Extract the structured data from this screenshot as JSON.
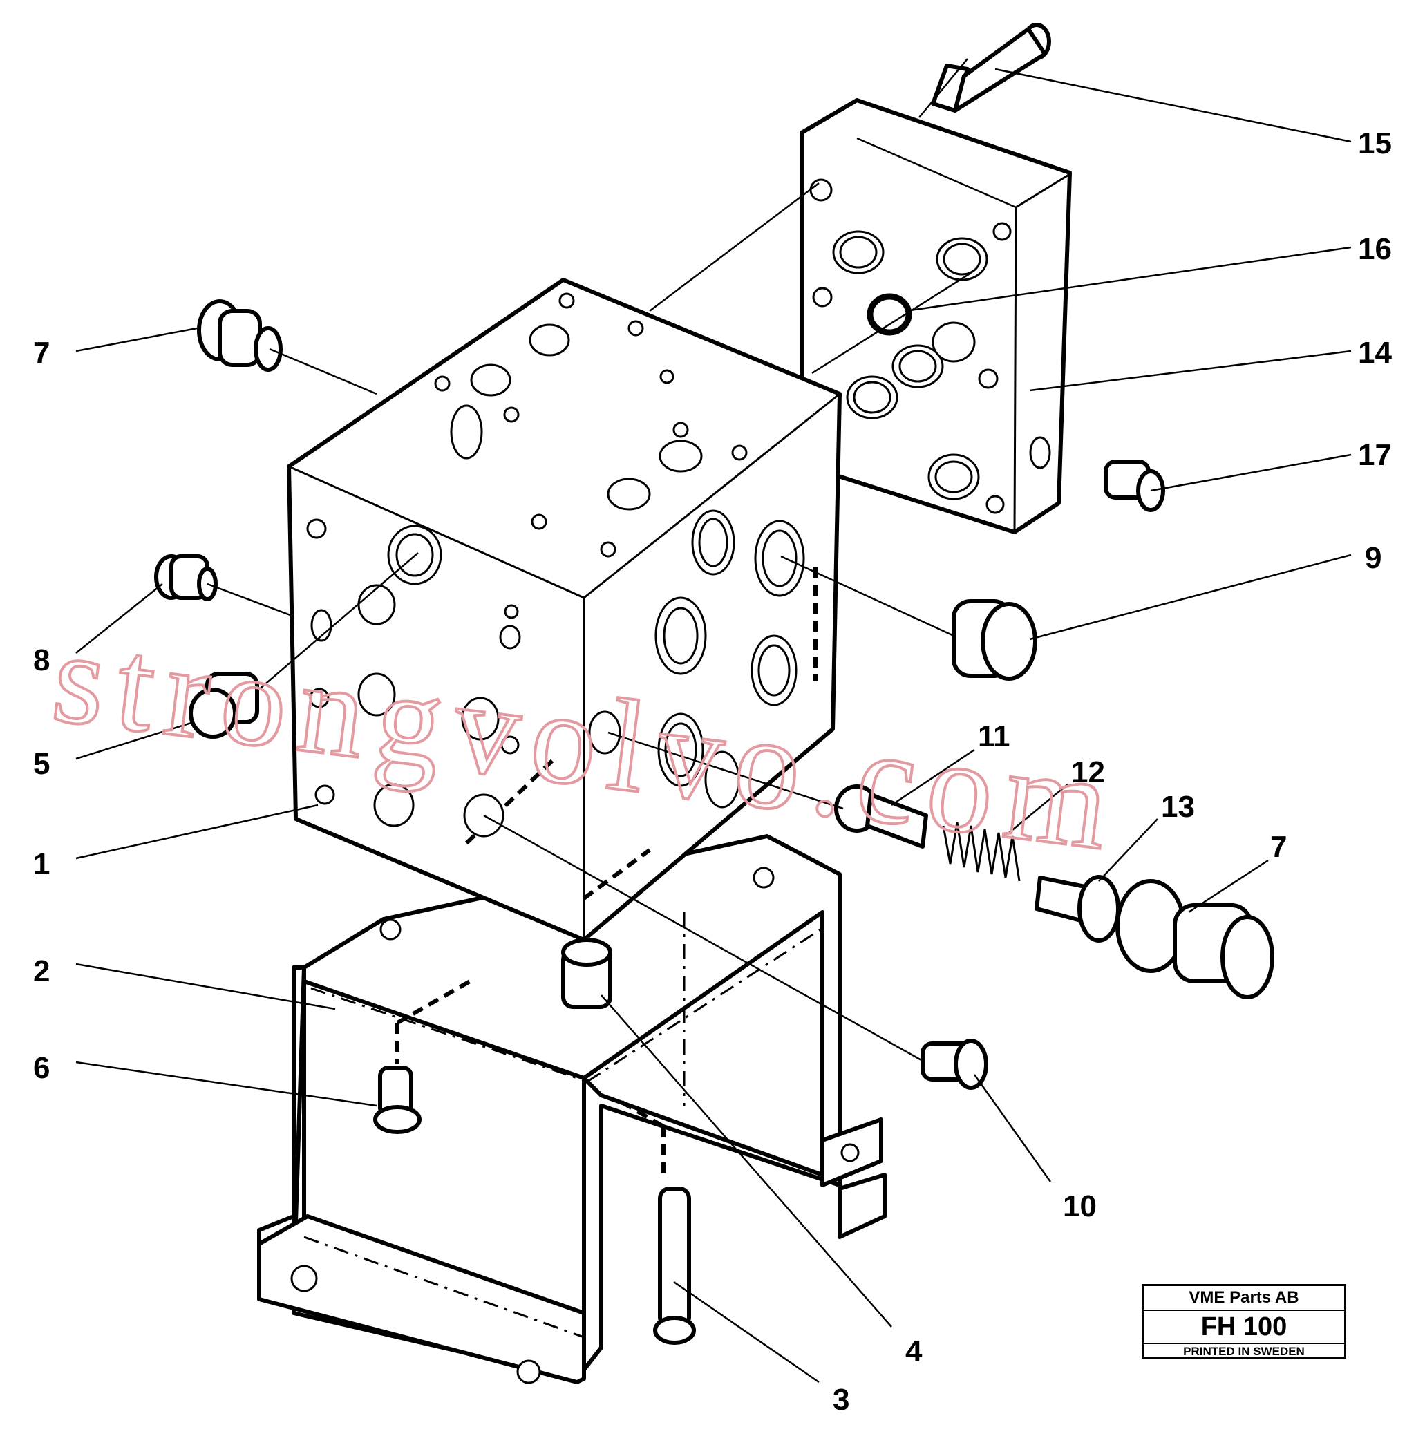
{
  "diagram": {
    "callouts": [
      {
        "id": "15",
        "label": "15"
      },
      {
        "id": "16",
        "label": "16"
      },
      {
        "id": "14",
        "label": "14"
      },
      {
        "id": "17",
        "label": "17"
      },
      {
        "id": "9",
        "label": "9"
      },
      {
        "id": "7a",
        "label": "7"
      },
      {
        "id": "8",
        "label": "8"
      },
      {
        "id": "5",
        "label": "5"
      },
      {
        "id": "1",
        "label": "1"
      },
      {
        "id": "11",
        "label": "11"
      },
      {
        "id": "12",
        "label": "12"
      },
      {
        "id": "13",
        "label": "13"
      },
      {
        "id": "7b",
        "label": "7"
      },
      {
        "id": "2",
        "label": "2"
      },
      {
        "id": "6",
        "label": "6"
      },
      {
        "id": "10",
        "label": "10"
      },
      {
        "id": "4",
        "label": "4"
      },
      {
        "id": "3",
        "label": "3"
      }
    ]
  },
  "watermark": {
    "text": "strongvolvo.com",
    "color": "#e39aa0"
  },
  "title_block": {
    "company": "VME Parts AB",
    "code": "FH 100",
    "note": "PRINTED IN SWEDEN"
  }
}
